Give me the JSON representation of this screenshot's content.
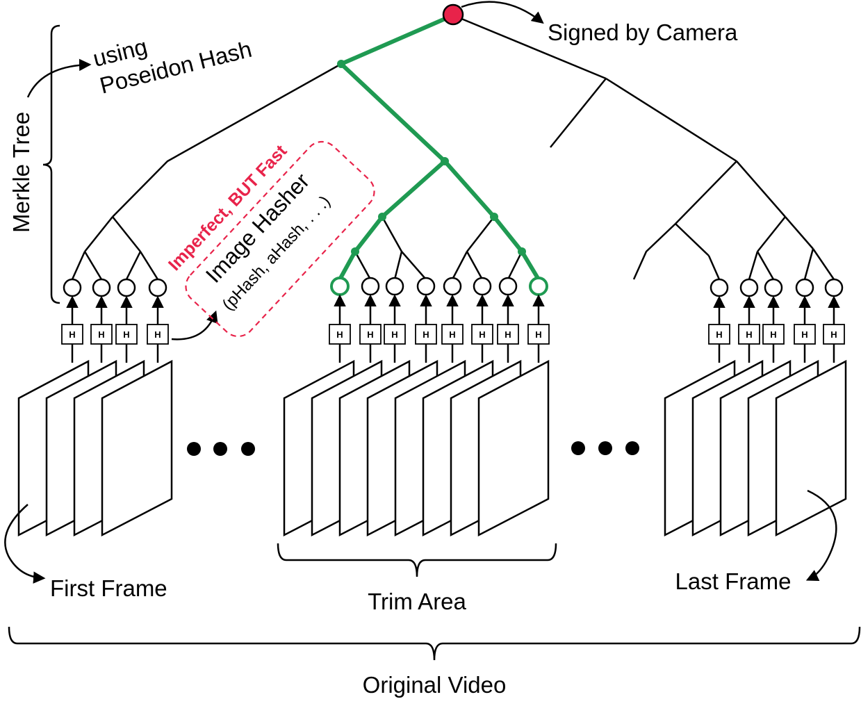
{
  "colors": {
    "path_green": "#1f9a52",
    "root_red": "#e8234a",
    "accent_red": "#e8234a",
    "line": "#000000"
  },
  "labels": {
    "signed": "Signed by Camera",
    "merkle_tree": "Merkle Tree",
    "using": "using",
    "poseidon": "Poseidon Hash",
    "imperfect": "Imperfect, BUT Fast",
    "image_hasher": "Image Hasher",
    "hasher_examples": "(pHash, aHash, . . .)",
    "hash_box": "H",
    "first_frame": "First Frame",
    "trim_area": "Trim Area",
    "last_frame": "Last Frame",
    "original_video": "Original Video"
  },
  "icons": [
    "curved-arrow-icon",
    "ellipsis-icon",
    "brace-icon"
  ]
}
